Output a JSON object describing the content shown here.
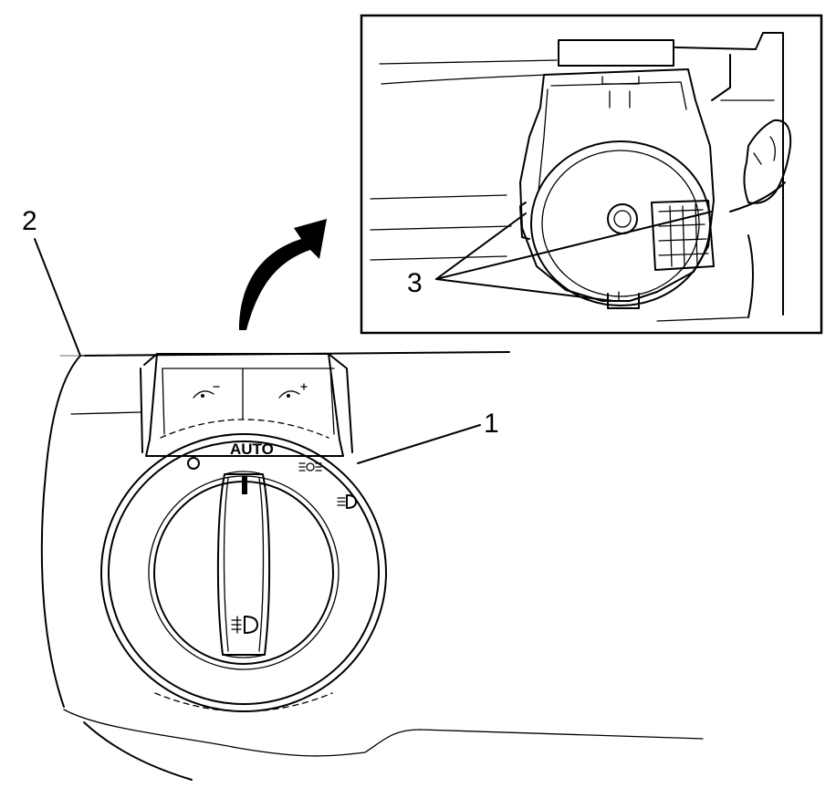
{
  "callouts": {
    "headlamp_switch": "1",
    "instrument_panel": "2",
    "connector_tabs": "3"
  },
  "knob": {
    "auto_label": "AUTO"
  },
  "icons": [
    "instrument-dimmer-down-icon",
    "instrument-dimmer-up-icon",
    "off-position-icon",
    "parking-lamps-icon",
    "headlamps-icon",
    "rear-fog-lamp-icon",
    "curved-arrow-icon"
  ]
}
